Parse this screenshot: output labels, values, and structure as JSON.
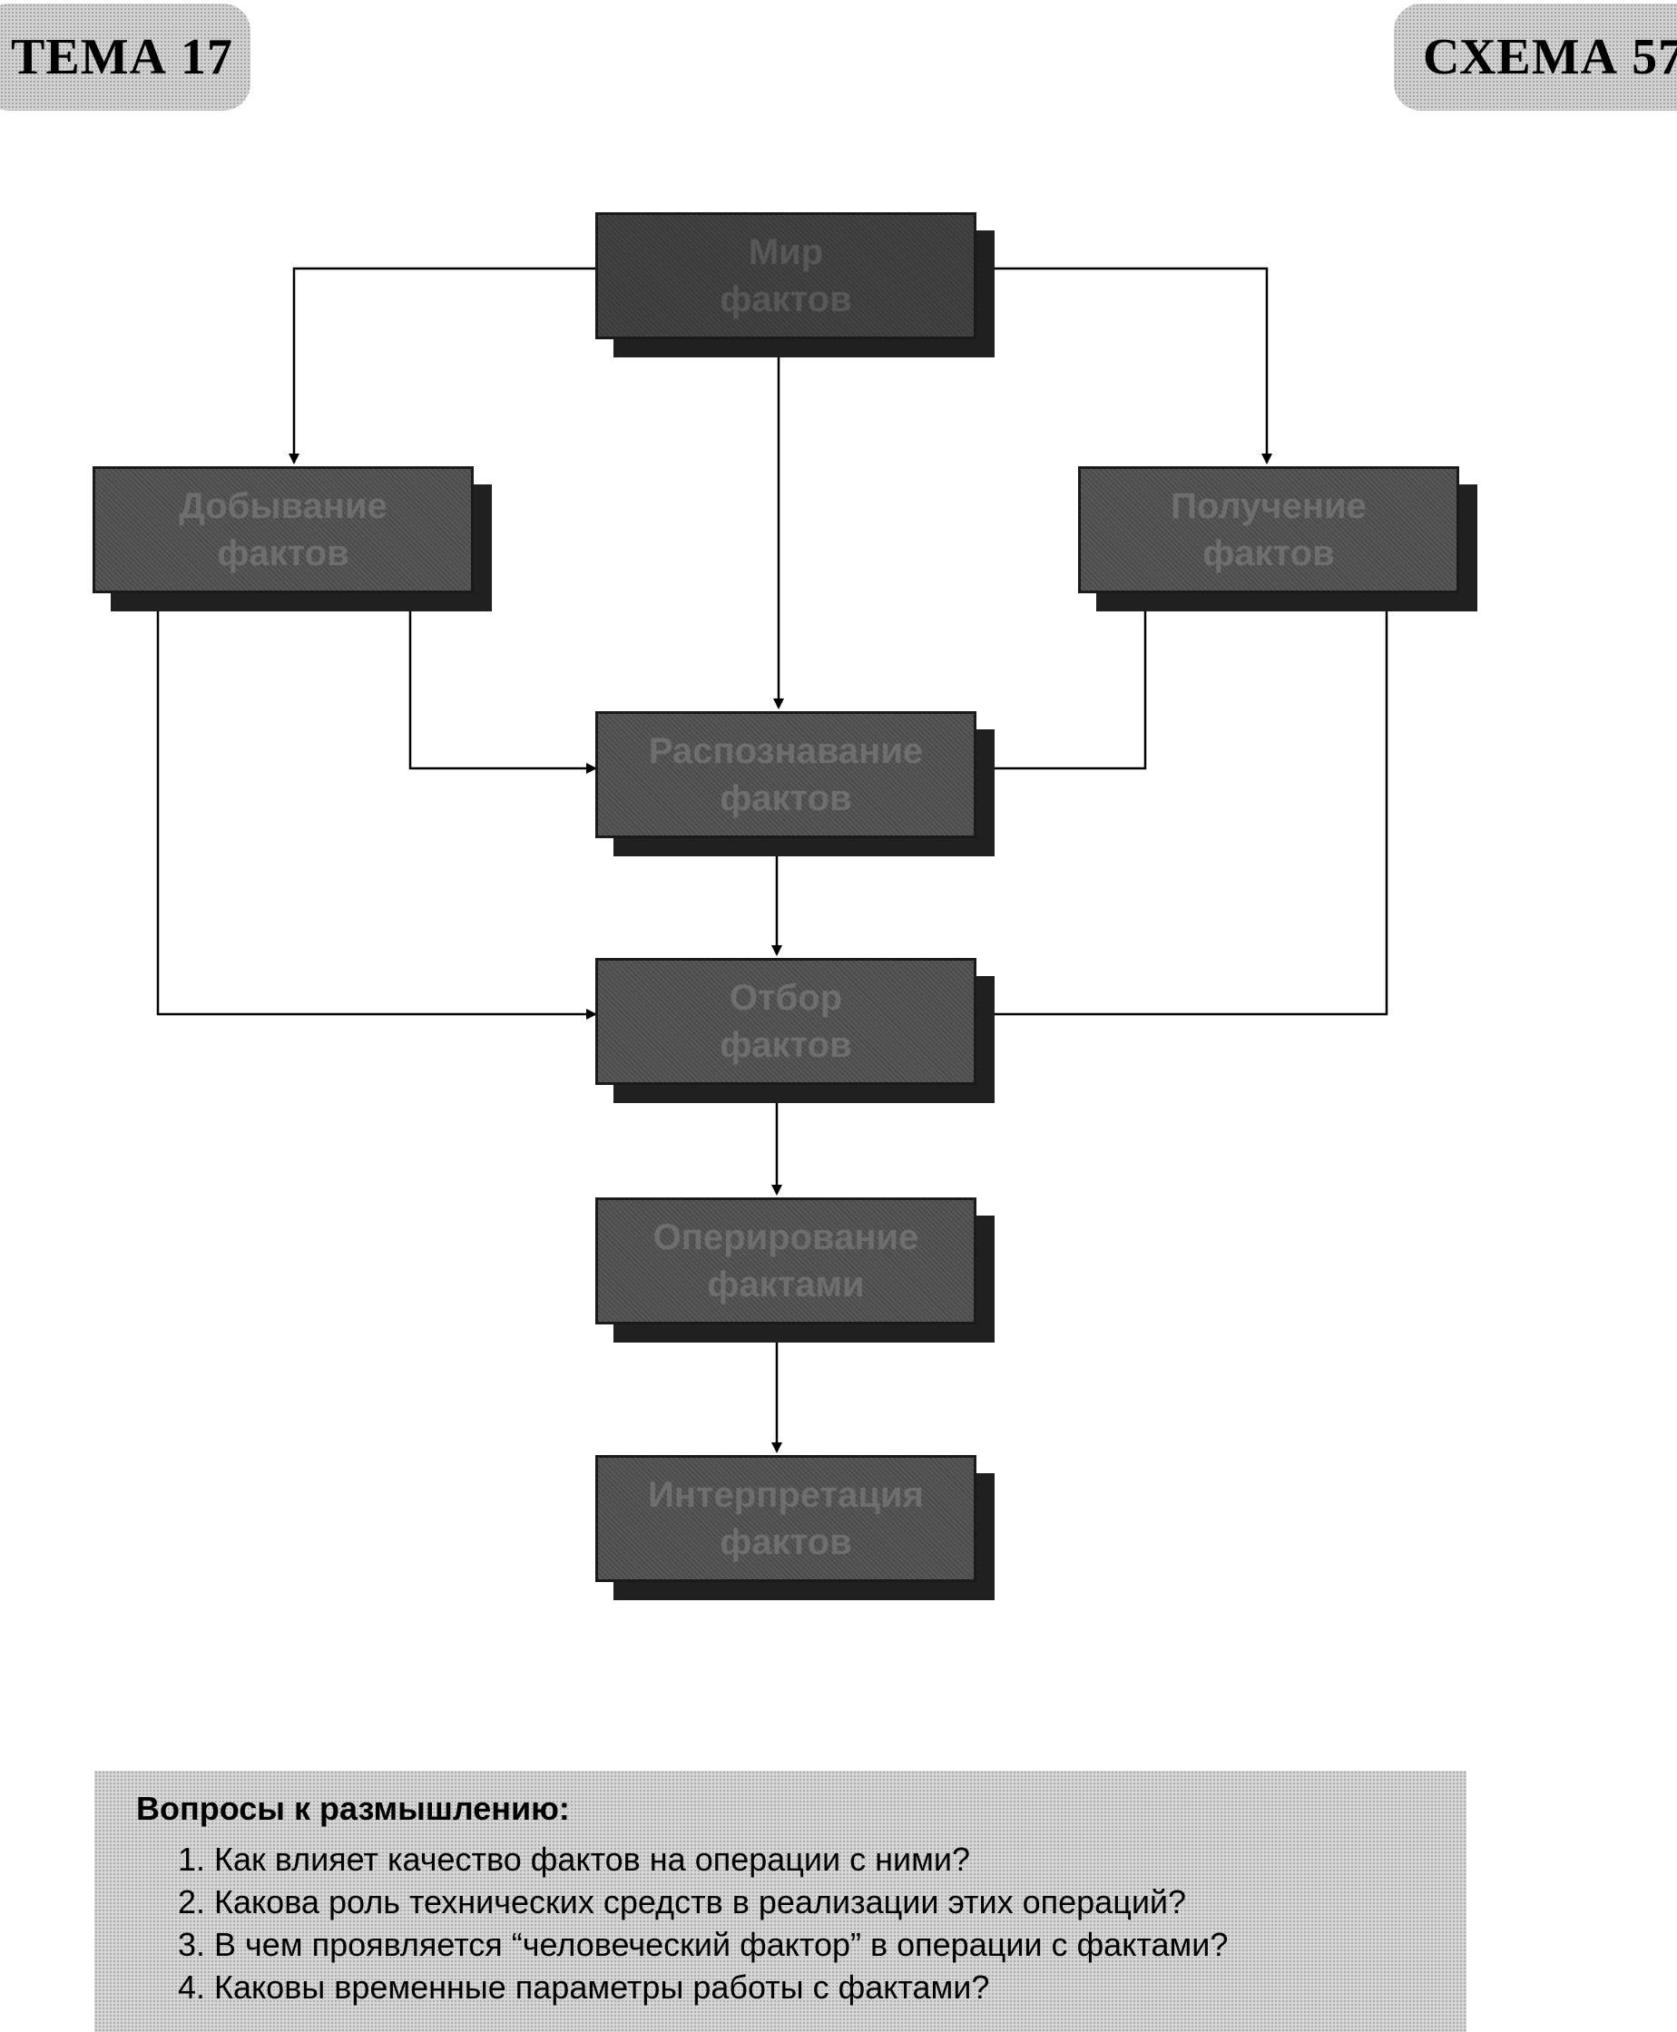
{
  "header": {
    "left_tag": "ТЕМА 17",
    "right_tag": "СХЕМА 57"
  },
  "nodes": {
    "top": "Мир\nфактов",
    "left": "Добывание\nфактов",
    "right": "Получение\nфактов",
    "recognition": "Распознавание\nфактов",
    "selection": "Отбор\nфактов",
    "operating": "Оперирование\nфактами",
    "interpretation": "Интерпретация\nфактов"
  },
  "questions": {
    "heading": "Вопросы к размышлению:",
    "items": [
      "1. Как влияет качество фактов на операции с ними?",
      "2. Какова роль технических средств в реализации этих операций?",
      "3. В чем проявляется “человеческий фактор” в операции с фактами?",
      "4. Каковы временные параметры работы с фактами?"
    ]
  },
  "colors": {
    "box": "#5a5a5a",
    "box_dark": "#454545",
    "shadow": "#202020",
    "line": "#000000",
    "panel": "#d6d6d6"
  }
}
